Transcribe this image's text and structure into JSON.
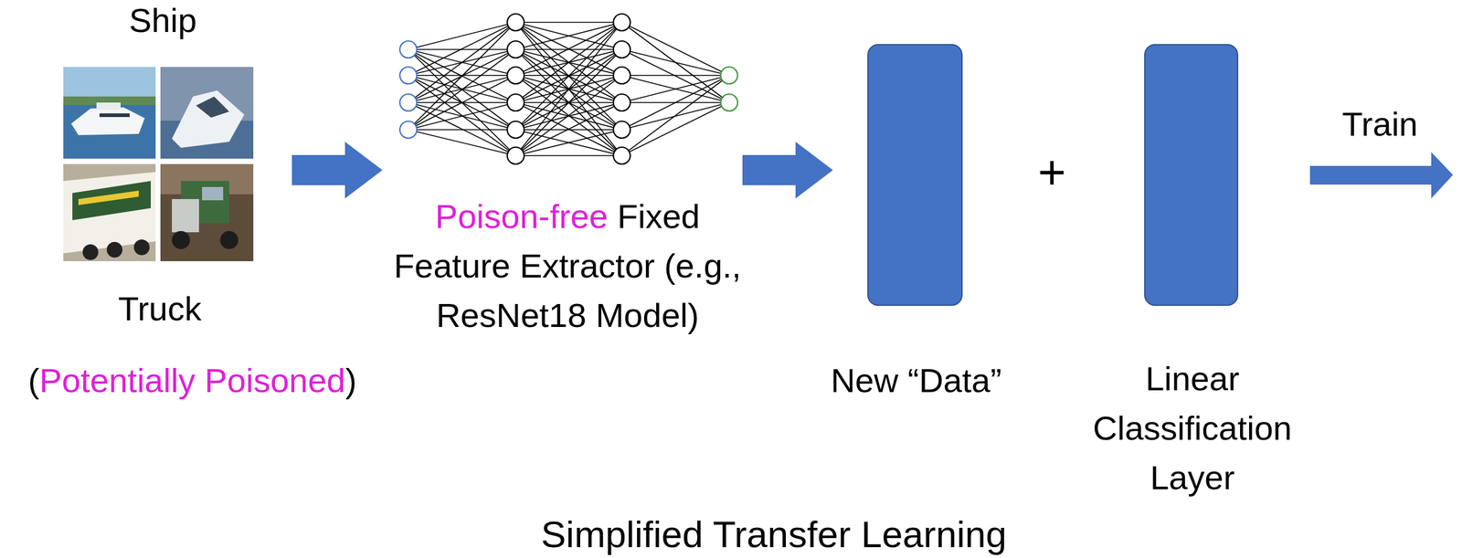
{
  "diagram": {
    "caption": "Simplified Transfer Learning",
    "nodes": [
      {
        "text": [
          "Ship",
          "Truck"
        ]
      },
      {
        "text": [
          "Poison-free Fixed Feature Extractor (e.g., ResNet18 Model)"
        ]
      },
      {
        "text": [
          "New “Data”"
        ]
      },
      {
        "text": [
          "Linear Classification Layer"
        ]
      }
    ],
    "edges": [
      {
        "from": 0,
        "to": 1,
        "arrow": "to"
      },
      {
        "from": 1,
        "to": 2,
        "arrow": "to"
      }
    ],
    "labels": [
      "(Potentially Poisoned)",
      "+",
      "Train"
    ]
  }
}
